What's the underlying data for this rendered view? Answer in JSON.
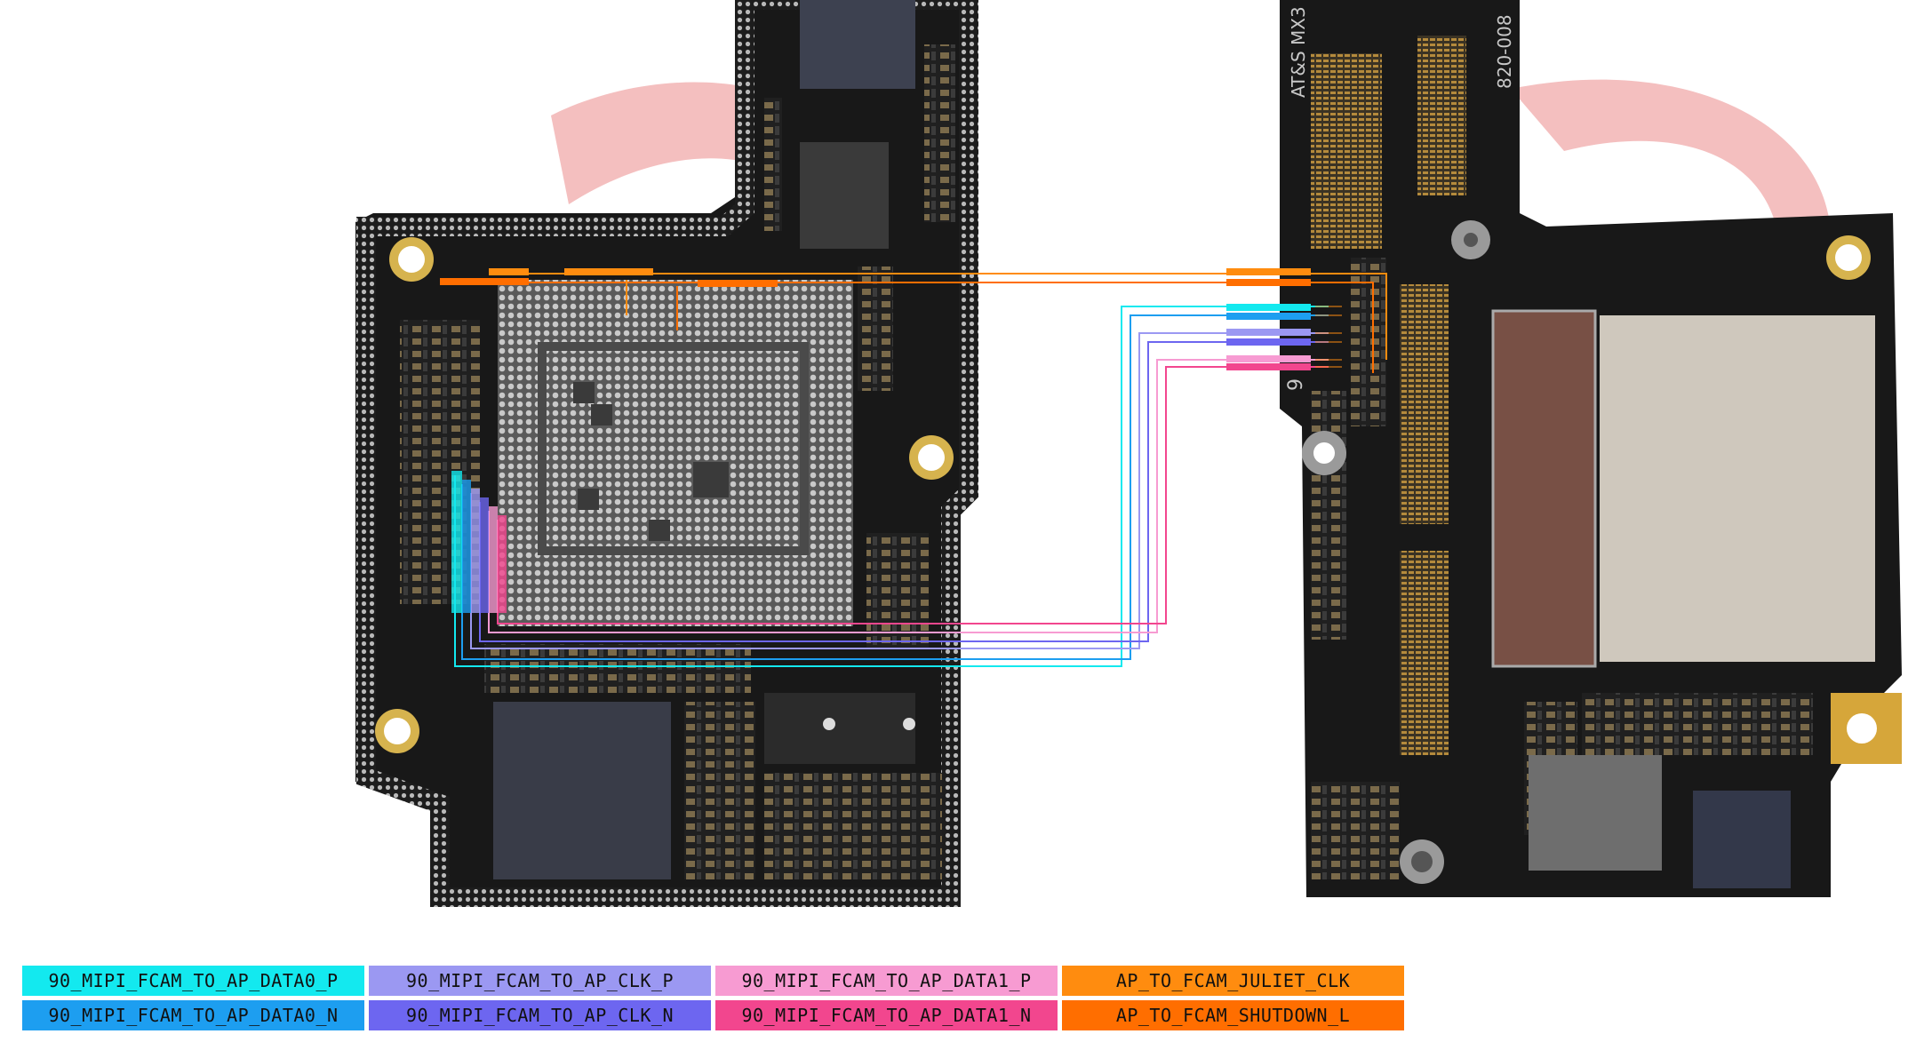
{
  "board_text": {
    "manufacturer": "AT&S MX3",
    "part_number": "820-008",
    "board_mark": "9"
  },
  "nets": [
    {
      "key": "data0_p",
      "label": "90_MIPI_FCAM_TO_AP_DATA0_P",
      "color": "#13e9ef"
    },
    {
      "key": "clk_p",
      "label": "90_MIPI_FCAM_TO_AP_CLK_P",
      "color": "#9b98f2"
    },
    {
      "key": "data1_p",
      "label": "90_MIPI_FCAM_TO_AP_DATA1_P",
      "color": "#f79bd2"
    },
    {
      "key": "juliet_clk",
      "label": "AP_TO_FCAM_JULIET_CLK",
      "color": "#ff8c0f"
    },
    {
      "key": "data0_n",
      "label": "90_MIPI_FCAM_TO_AP_DATA0_N",
      "color": "#1d9ef0"
    },
    {
      "key": "clk_n",
      "label": "90_MIPI_FCAM_TO_AP_CLK_N",
      "color": "#6d66f0"
    },
    {
      "key": "data1_n",
      "label": "90_MIPI_FCAM_TO_AP_DATA1_N",
      "color": "#f2468e"
    },
    {
      "key": "shutdown_l",
      "label": "AP_TO_FCAM_SHUTDOWN_L",
      "color": "#ff6e00"
    }
  ]
}
